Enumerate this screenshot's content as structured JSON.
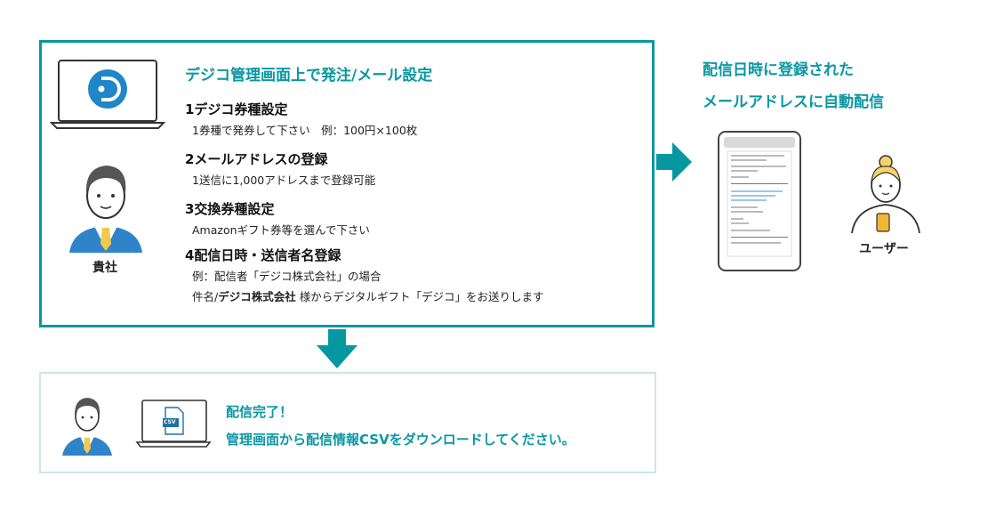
{
  "main": {
    "heading": "デジコ管理画面上で発注/メール設定",
    "company_label": "貴社",
    "steps": [
      {
        "title": "1デジコ券種設定",
        "desc": "1券種で発券して下さい　例：100円×100枚"
      },
      {
        "title": "2メールアドレスの登録",
        "desc": "1送信に1,000アドレスまで登録可能"
      },
      {
        "title": "3交換券種設定",
        "desc": "Amazonギフト券等を選んで下さい"
      },
      {
        "title": "4配信日時・送信者名登録",
        "desc": "例：配信者「デジコ株式会社」の場合",
        "desc2_prefix": "件名/",
        "desc2_bold": "デジコ株式会社",
        "desc2_suffix": " 様からデジタルギフト「デジコ」をお送りします"
      }
    ]
  },
  "right": {
    "line1": "配信日時に登録された",
    "line2": "メールアドレスに自動配信",
    "user_label": "ユーザー"
  },
  "bottom": {
    "line1": "配信完了！",
    "line2": "管理画面から配信情報CSVをダウンロードしてください。",
    "csv_label": "CSV"
  },
  "colors": {
    "accent": "#0a97a3",
    "arrow": "#0797a0",
    "suit": "#2f84c9",
    "tie": "#f2c94c"
  }
}
